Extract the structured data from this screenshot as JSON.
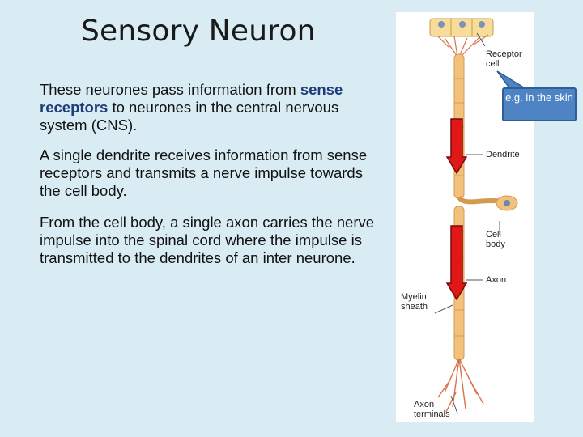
{
  "slide": {
    "title": "Sensory Neuron",
    "para1": {
      "pre": "These neurones pass information from ",
      "highlight": "sense receptors",
      "post": " to neurones in the central nervous system (CNS)."
    },
    "para2": "A single dendrite receives information from sense receptors and transmits a nerve impulse towards the cell body.",
    "para3": "From the cell body, a single axon carries the nerve impulse into the spinal cord where the impulse is transmitted to the dendrites of an inter neurone."
  },
  "figure": {
    "labels": {
      "receptor": "Receptor cell",
      "dendrite": "Dendrite",
      "cell_body": "Cell body",
      "axon": "Axon",
      "myelin": "Myelin sheath",
      "terminals": "Axon terminals"
    },
    "callout": "e.g. in the skin"
  },
  "colors": {
    "highlight": "#1f3c7a",
    "arrow": "#e01818",
    "callout": "#4f84c4",
    "neuron": "#f2c27c"
  }
}
